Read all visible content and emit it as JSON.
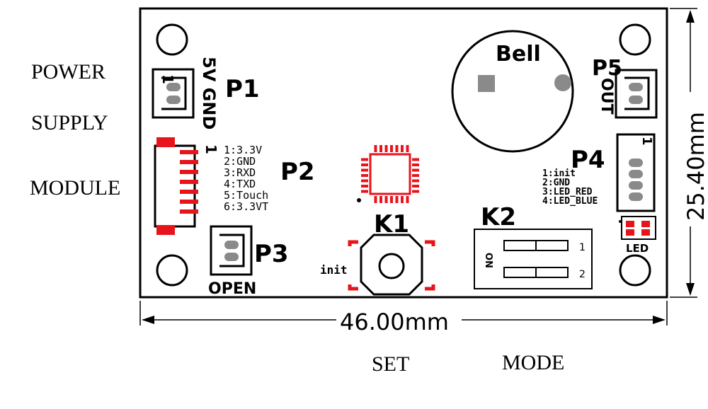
{
  "side_labels": {
    "line1": "POWER",
    "line2": "SUPPLY",
    "line3": "MODULE"
  },
  "bottom_labels": {
    "set": "SET",
    "mode": "MODE"
  },
  "dimensions": {
    "width": "46.00mm",
    "height": "25.40mm"
  },
  "p1": {
    "name": "P1",
    "pins": "5V GND",
    "pin_mark": "1"
  },
  "p2": {
    "name": "P2",
    "pin_mark": "1",
    "pins": [
      "1:3.3V",
      "2:GND",
      "3:RXD",
      "4:TXD",
      "5:Touch",
      "6:3.3VT"
    ]
  },
  "p3": {
    "name": "P3",
    "caption": "OPEN"
  },
  "p4": {
    "name": "P4",
    "pin_mark": "1",
    "pins": [
      "1:init",
      "2:GND",
      "3:LED_RED",
      "4:LED_BLUE"
    ]
  },
  "p5": {
    "name": "P5",
    "caption": "OUT"
  },
  "bell": {
    "label": "Bell"
  },
  "k1": {
    "name": "K1",
    "side_label": "init"
  },
  "k2": {
    "name": "K2",
    "on_label": "ON",
    "switch1": "1",
    "switch2": "2"
  },
  "led": {
    "label": "LED"
  },
  "colors": {
    "pad_red": "#e8141c",
    "silkscreen": "#000000",
    "pad_gray": "#8a8a8a"
  }
}
